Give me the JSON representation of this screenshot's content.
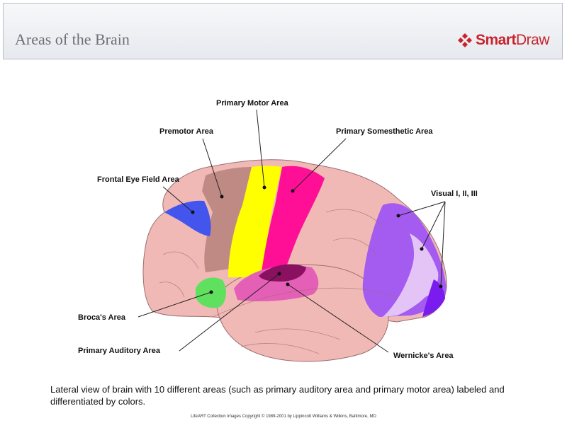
{
  "header": {
    "title": "Areas of the Brain",
    "logo_smart": "Smart",
    "logo_draw": "Draw",
    "brand_color": "#c8242e"
  },
  "labels": {
    "primary_motor": "Primary Motor Area",
    "premotor": "Premotor Area",
    "primary_somesthetic": "Primary Somesthetic Area",
    "frontal_eye_field": "Frontal Eye Field Area",
    "visual": "Visual I, II, III",
    "broca": "Broca's Area",
    "primary_auditory": "Primary Auditory Area",
    "wernicke": "Wernicke's Area"
  },
  "colors": {
    "cortex": "#f1b9b6",
    "premotor": "#c08a84",
    "primary_motor": "#ffff00",
    "primary_somesthetic": "#ff0f96",
    "frontal_eye_field": "#4455ee",
    "broca": "#5fe05f",
    "auditory": "#e45fb6",
    "auditory_dark": "#8a1060",
    "visual_1": "#a45bf0",
    "visual_2": "#e4c4f6",
    "visual_3": "#7a1cf0"
  },
  "caption": "Lateral view of brain with 10 different areas (such as primary auditory area and primary motor area) labeled and differentiated by colors.",
  "copyright": "LifeART Collection Images Copyright © 1989-2001 by Lippincott Williams & Wilkins, Baltimore, MD"
}
